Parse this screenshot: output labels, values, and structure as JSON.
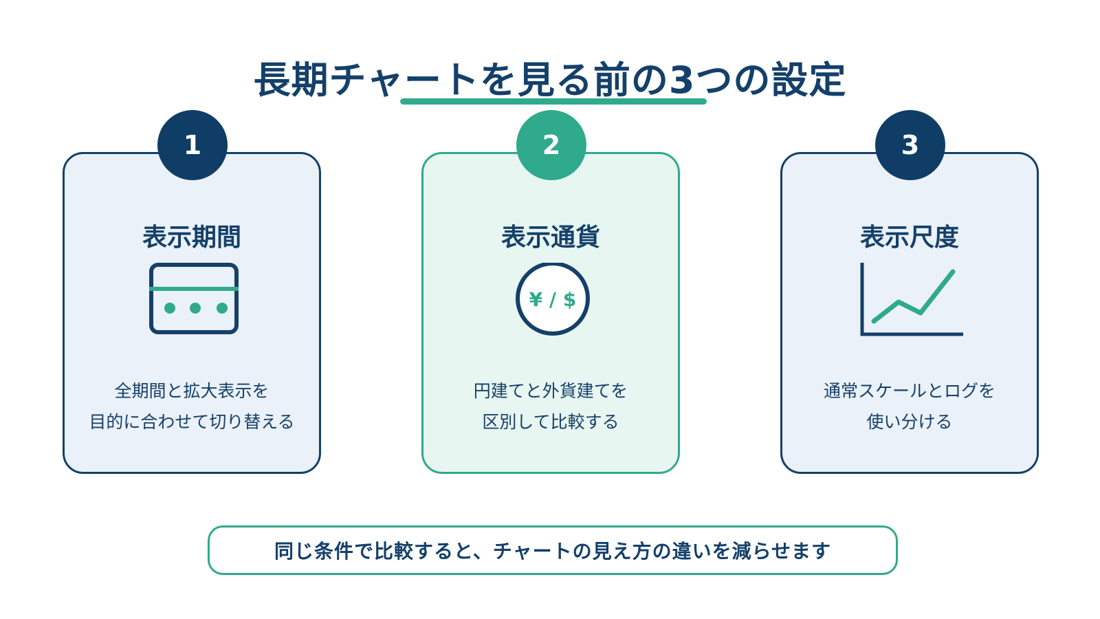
{
  "title": "長期チャートを見る前の3つの設定",
  "colors": {
    "navy": "#14406a",
    "green": "#2faa8c",
    "card_bg_blue": "#ebf1f8",
    "card_bg_green": "#e8f6f1"
  },
  "cards": [
    {
      "number": "1",
      "heading": "表示期間",
      "icon": "calendar-icon",
      "desc_line1": "全期間と拡大表示を",
      "desc_line2": "目的に合わせて切り替える"
    },
    {
      "number": "2",
      "heading": "表示通貨",
      "icon": "currency-icon",
      "icon_label": "¥ / $",
      "desc_line1": "円建てと外貨建てを",
      "desc_line2": "区別して比較する"
    },
    {
      "number": "3",
      "heading": "表示尺度",
      "icon": "line-chart-icon",
      "desc_line1": "通常スケールとログを",
      "desc_line2": "使い分ける"
    }
  ],
  "footer": "同じ条件で比較すると、チャートの見え方の違いを減らせます"
}
